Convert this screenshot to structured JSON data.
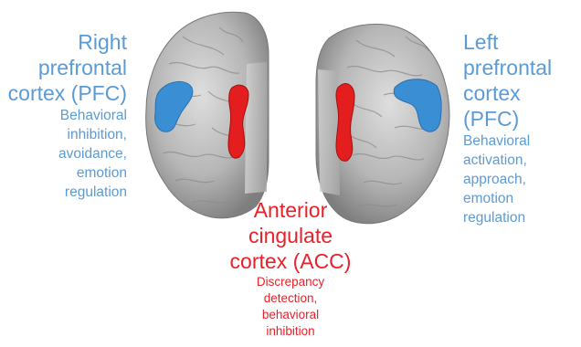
{
  "right_pfc": {
    "title_lines": [
      "Right",
      "prefrontal",
      "cortex (PFC)"
    ],
    "desc_lines": [
      "Behavioral",
      "inhibition,",
      "avoidance,",
      "emotion",
      "regulation"
    ]
  },
  "left_pfc": {
    "title_lines": [
      "Left",
      "prefrontal",
      "cortex (PFC)"
    ],
    "desc_lines": [
      "Behavioral",
      "activation,",
      "approach,",
      "emotion",
      "regulation"
    ]
  },
  "acc": {
    "title_lines": [
      "Anterior",
      "cingulate",
      "cortex (ACC)"
    ],
    "desc_lines": [
      "Discrepancy",
      "detection,",
      "behavioral",
      "inhibition"
    ]
  },
  "colors": {
    "pfc": "#5b9bd5",
    "acc": "#e8212a",
    "pfc_region": "#3a8fd4",
    "acc_region": "#e41e1e",
    "brain_surface": "#b4b4b4"
  }
}
